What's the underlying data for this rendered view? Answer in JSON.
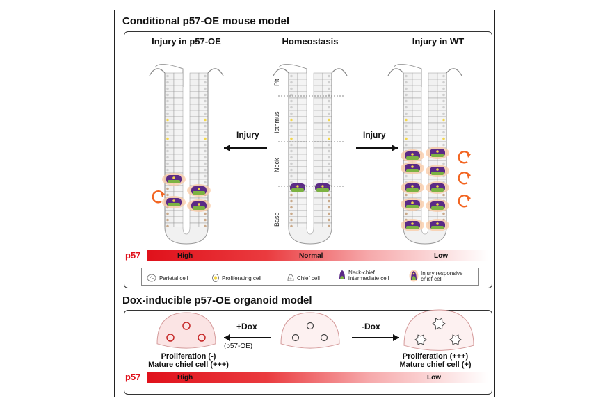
{
  "top_section": {
    "title": "Conditional p57-OE mouse model",
    "left_title": "Injury in p57-OE",
    "center_title": "Homeostasis",
    "right_title": "Injury in WT",
    "left_arrow_label": "Injury",
    "right_arrow_label": "Injury",
    "zones": [
      "Pit",
      "Isthmus",
      "Neck",
      "Base"
    ],
    "p57_label": "p57",
    "bar_high": "High",
    "bar_normal": "Normal",
    "bar_low": "Low"
  },
  "legend": {
    "items": [
      {
        "label": "Parietal cell",
        "icon": "parietal-cell-icon"
      },
      {
        "label": "Proliferating cell",
        "icon": "proliferating-cell-icon"
      },
      {
        "label": "Chief cell",
        "icon": "chief-cell-icon"
      },
      {
        "label": "Neck-chief\nintermediate cell",
        "icon": "neck-chief-cell-icon"
      },
      {
        "label": "Injury responsive\nchief cell",
        "icon": "injury-responsive-cell-icon"
      }
    ]
  },
  "bottom_section": {
    "title": "Dox-inducible p57-OE organoid model",
    "left_arrow_label": "+Dox",
    "left_arrow_sub": "(p57-OE)",
    "right_arrow_label": "-Dox",
    "left_caption_1": "Proliferation (-)",
    "left_caption_2": "Mature chief cell (+++)",
    "right_caption_1": "Proliferation (+++)",
    "right_caption_2": "Mature chief cell (+)",
    "p57_label": "p57",
    "bar_high": "High",
    "bar_low": "Low"
  },
  "colors": {
    "p57_red": "#e0111b",
    "neck_chief_purple": "#5b2a86",
    "injury_green": "#7cb342",
    "proliferating_yellow": "#f2d64b",
    "cycle_orange": "#f26522",
    "organoid_pink": "#f5d0d0"
  }
}
